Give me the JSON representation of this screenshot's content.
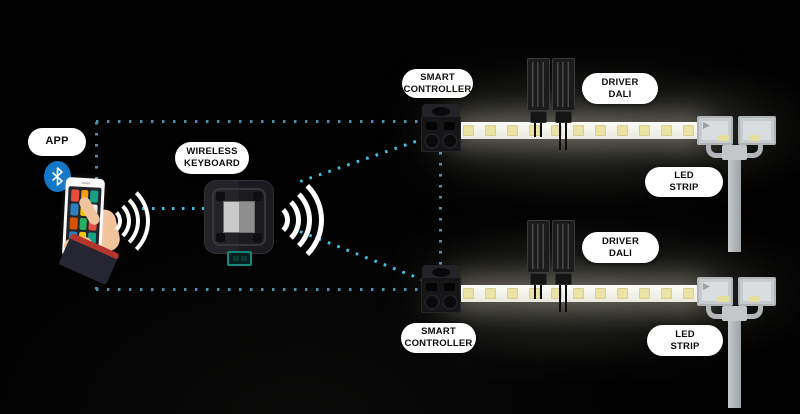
{
  "app": {
    "label": "APP"
  },
  "keyboard": {
    "label": "WIRELESS KEYBOARD"
  },
  "chains": {
    "top": {
      "controller_label": "SMART CONTROLLER",
      "driver_label": "DRIVER DALI",
      "led_label": "LED STRIP"
    },
    "bottom": {
      "controller_label": "SMART CONTROLLER",
      "driver_label": "DRIVER DALI",
      "led_label": "LED STRIP"
    }
  },
  "phone": {
    "app_icon_colors": [
      "#e74c3c",
      "#f39c12",
      "#16a085",
      "#2c81ba",
      "#f1c40f",
      "#ecf0f1",
      "#d35400",
      "#27ae60",
      "#e74c3c",
      "#2c81ba",
      "#f1c40f",
      "#16a085"
    ]
  },
  "strip": {
    "led_count": 11
  },
  "icons": {
    "bluetooth": "bluetooth-icon",
    "wifi": "wifi-waves-icon"
  },
  "colors": {
    "background": "#010101",
    "dotted_line": "#4e8fae",
    "dotted_line_bright": "#3cc0e6",
    "bluetooth_blue": "#1478c8",
    "pill_bg": "#ffffff",
    "pill_text": "#0d0d0d",
    "led_glow": "#fff8dc"
  }
}
